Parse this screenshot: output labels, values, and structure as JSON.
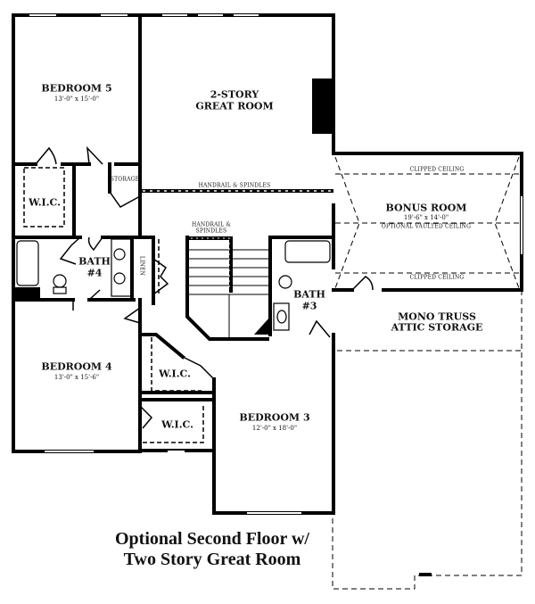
{
  "rooms": {
    "bedroom5": {
      "name": "BEDROOM 5",
      "size": "13'-0\" x 15'-0\""
    },
    "great_room": {
      "name_line1": "2-STORY",
      "name_line2": "GREAT ROOM"
    },
    "bonus_room": {
      "name": "BONUS ROOM",
      "size": "19'-6\" x 14'-0\""
    },
    "bedroom4": {
      "name": "BEDROOM 4",
      "size": "13'-0\" x 15'-6\""
    },
    "bedroom3": {
      "name": "BEDROOM 3",
      "size": "12'-0\" x 18'-0\""
    },
    "bath4": {
      "line1": "BATH",
      "line2": "#4"
    },
    "bath3": {
      "line1": "BATH",
      "line2": "#3"
    },
    "wic_bed5": "W.I.C.",
    "wic_bed4": "W.I.C.",
    "wic_bed3": "W.I.C.",
    "storage": "STORAGE",
    "linen": "LINEN",
    "attic": {
      "line1": "MONO TRUSS",
      "line2": "ATTIC STORAGE"
    }
  },
  "notes": {
    "handrail_great_room": "HANDRAIL & SPINDLES",
    "handrail_stairs_line1": "HANDRAIL &",
    "handrail_stairs_line2": "SPINDLES",
    "clipped_ceiling_top": "CLIPPED CEILING",
    "clipped_ceiling_bottom": "CLIPPED CEILING",
    "optional_vaulted": "OPTIONAL VAULTED CEILING"
  },
  "title": {
    "line1": "Optional Second Floor w/",
    "line2": "Two Story Great Room"
  }
}
